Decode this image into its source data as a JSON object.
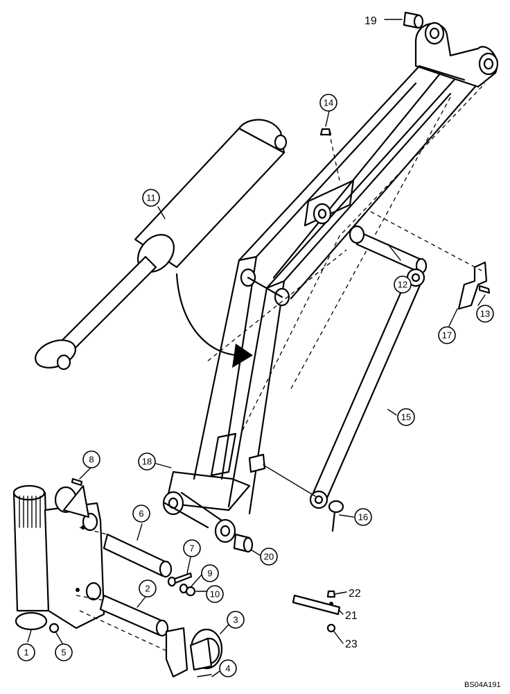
{
  "drawing_code": "BS04A191",
  "callouts": {
    "c1": "1",
    "c2": "2",
    "c3": "3",
    "c4": "4",
    "c5": "5",
    "c6": "6",
    "c7": "7",
    "c8": "8",
    "c9": "9",
    "c10": "10",
    "c11": "11",
    "c12": "12",
    "c13": "13",
    "c14": "14",
    "c15": "15",
    "c16": "16",
    "c17": "17",
    "c18": "18",
    "c19": "19",
    "c20": "20",
    "c21": "21",
    "c22": "22",
    "c23": "23"
  }
}
